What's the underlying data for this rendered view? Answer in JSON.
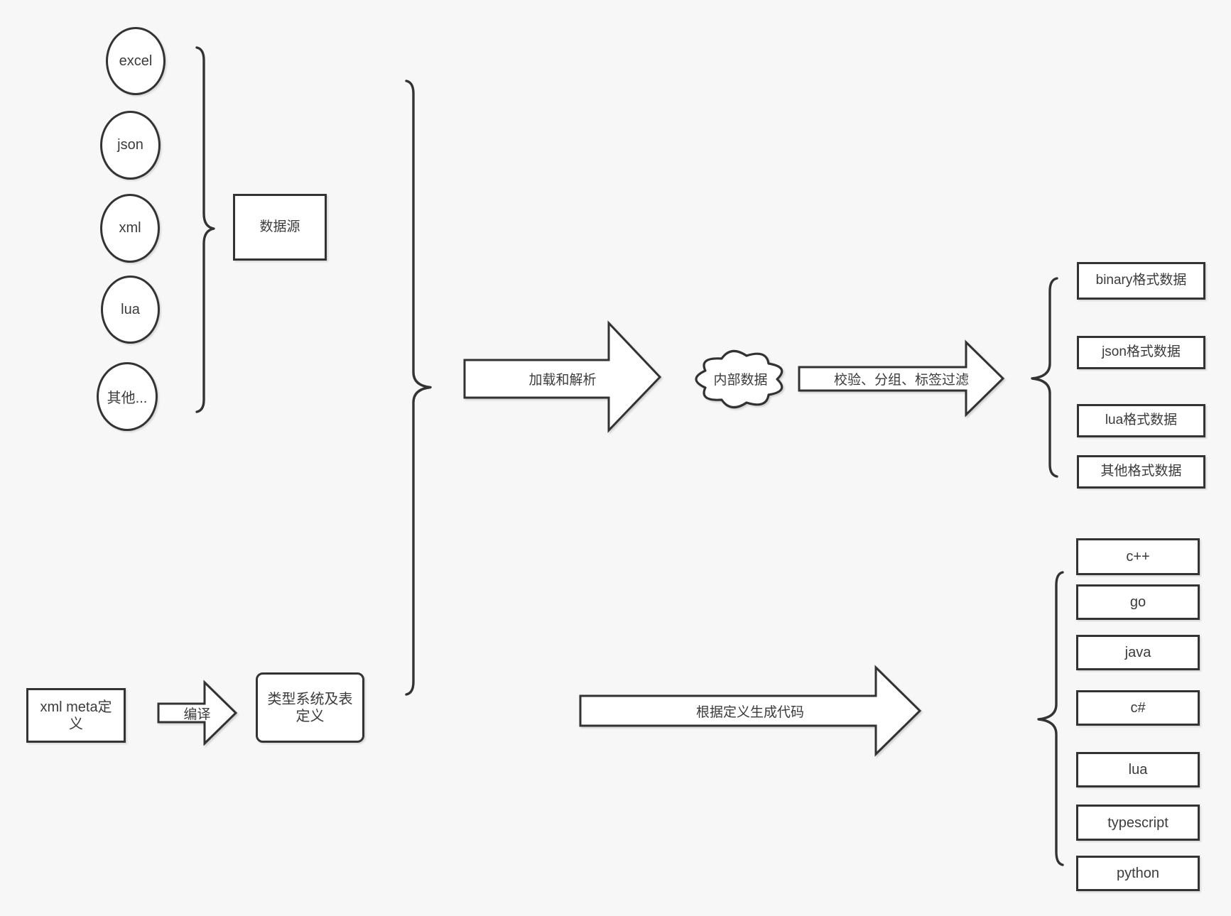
{
  "style": {
    "background": "#f7f7f7",
    "stroke": "#333333",
    "box_fill": "#ffffff",
    "text": "#3b3b3b"
  },
  "data_sources": {
    "group_label": "数据源",
    "items": [
      {
        "label": "excel"
      },
      {
        "label": "json"
      },
      {
        "label": "xml"
      },
      {
        "label": "lua"
      },
      {
        "label": "其他..."
      }
    ]
  },
  "pipeline": {
    "load_arrow_label": "加载和解析",
    "internal_data_label": "内部数据",
    "filter_arrow_label": "校验、分组、标签过滤"
  },
  "output_formats": {
    "items": [
      {
        "label": "binary格式数据"
      },
      {
        "label": "json格式数据"
      },
      {
        "label": "lua格式数据"
      },
      {
        "label": "其他格式数据"
      }
    ]
  },
  "definition_flow": {
    "meta_box_label": "xml meta定义",
    "compile_arrow_label": "编译",
    "type_system_box_label": "类型系统及表定义",
    "codegen_arrow_label": "根据定义生成代码"
  },
  "code_targets": {
    "items": [
      {
        "label": "c++"
      },
      {
        "label": "go"
      },
      {
        "label": "java"
      },
      {
        "label": "c#"
      },
      {
        "label": "lua"
      },
      {
        "label": "typescript"
      },
      {
        "label": "python"
      }
    ]
  }
}
